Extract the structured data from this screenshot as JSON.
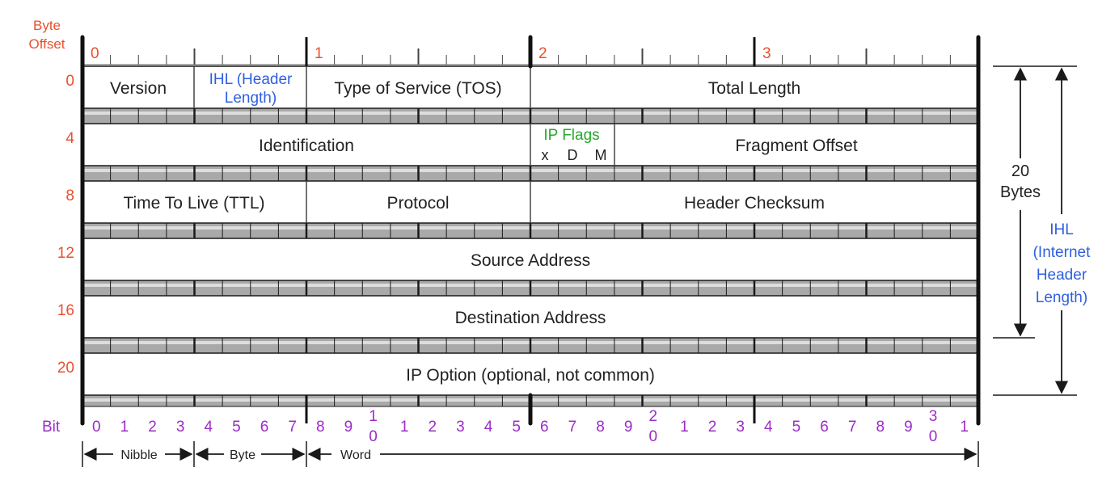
{
  "colors": {
    "offset_red": "#e8502e",
    "ihl_blue": "#2f5fe0",
    "flags_green": "#27a82b",
    "bit_purple": "#9c2cc8",
    "line_dark": "#1a1a1a",
    "tick_strip": "#aaaaaa"
  },
  "byte_offset_title": [
    "Byte",
    "Offset"
  ],
  "top_byte_labels": [
    "0",
    "1",
    "2",
    "3"
  ],
  "row_offsets": [
    "0",
    "4",
    "8",
    "12",
    "16",
    "20"
  ],
  "fields": {
    "version": "Version",
    "ihl": [
      "IHL (Header",
      "Length)"
    ],
    "tos": "Type of Service (TOS)",
    "total_length": "Total Length",
    "identification": "Identification",
    "ip_flags": "IP Flags",
    "flag_bits": [
      "x",
      "D",
      "M"
    ],
    "fragment_offset": "Fragment Offset",
    "ttl": "Time To Live (TTL)",
    "protocol": "Protocol",
    "header_checksum": "Header Checksum",
    "source_address": "Source Address",
    "destination_address": "Destination Address",
    "ip_option": "IP Option (optional, not common)"
  },
  "bit_label": "Bit",
  "bit_numbers": [
    "0",
    "1",
    "2",
    "3",
    "4",
    "5",
    "6",
    "7",
    "8",
    "9",
    "1|0",
    "1",
    "2",
    "3",
    "4",
    "5",
    "6",
    "7",
    "8",
    "9",
    "2|0",
    "1",
    "2",
    "3",
    "4",
    "5",
    "6",
    "7",
    "8",
    "9",
    "3|0",
    "1"
  ],
  "bytes_label": [
    "20",
    "Bytes"
  ],
  "ihl_side_label": [
    "IHL",
    "(Internet",
    "Header",
    "Length)"
  ],
  "scale": {
    "nibble": "Nibble",
    "byte": "Byte",
    "word": "Word"
  }
}
